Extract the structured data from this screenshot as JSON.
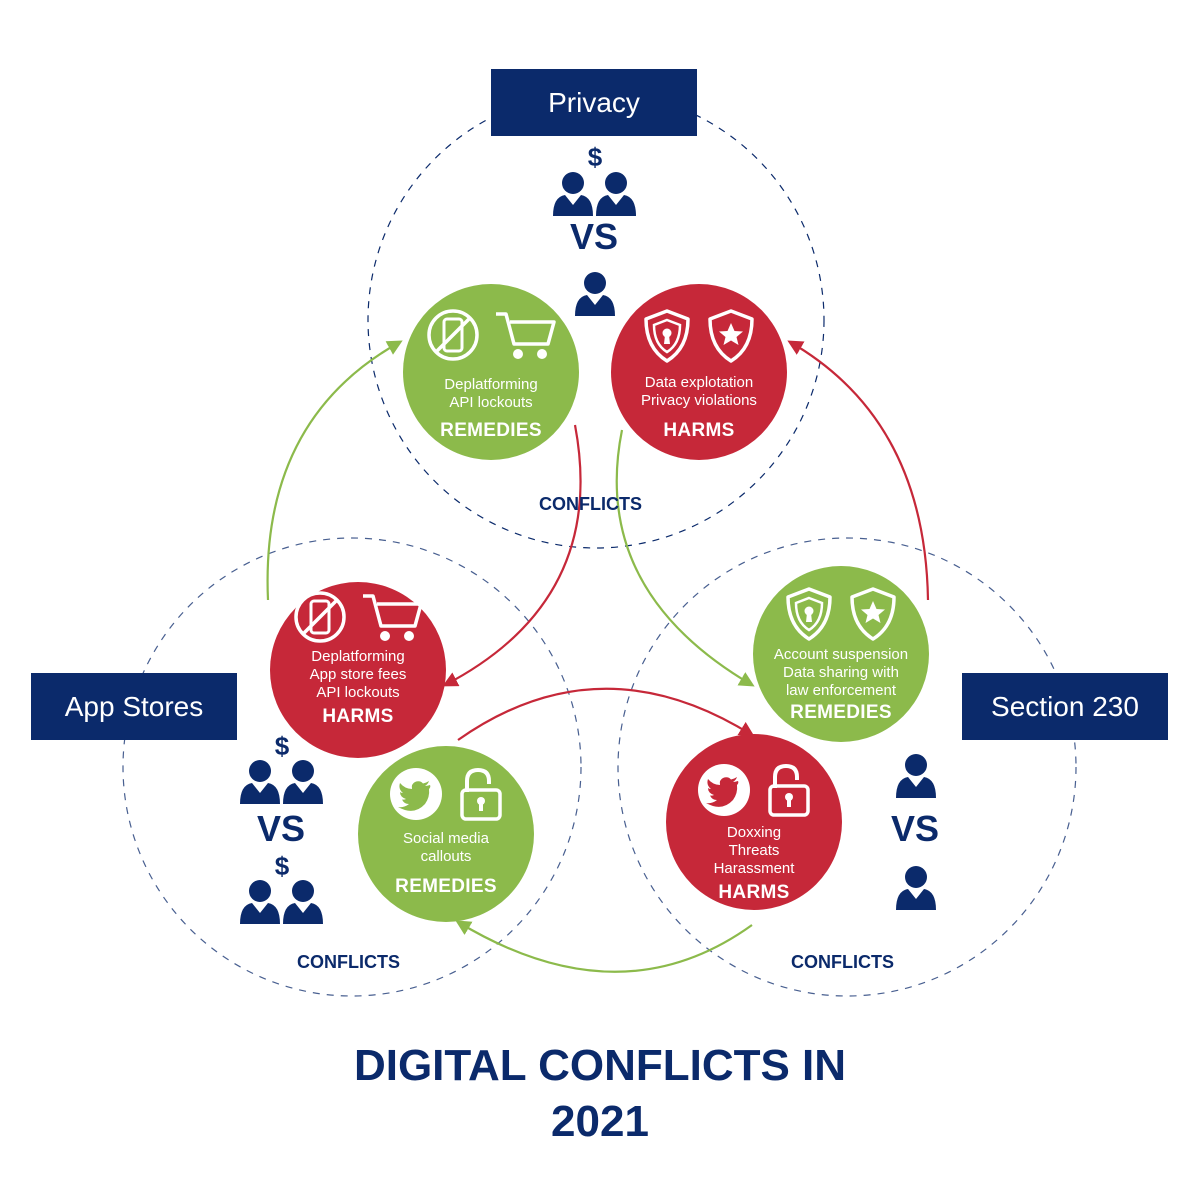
{
  "headers": {
    "privacy": "Privacy",
    "app_stores": "App Stores",
    "section230": "Section 230"
  },
  "privacy": {
    "remedies": {
      "lines": [
        "Deplatforming",
        "API lockouts"
      ],
      "label": "REMEDIES"
    },
    "harms": {
      "lines": [
        "Data explotation",
        "Privacy violations"
      ],
      "label": "HARMS"
    },
    "vs": "VS",
    "conflicts": "CONFLICTS"
  },
  "app_stores": {
    "harms": {
      "lines": [
        "Deplatforming",
        "App store fees",
        "API lockouts"
      ],
      "label": "HARMS"
    },
    "remedies": {
      "lines": [
        "Social media",
        "callouts"
      ],
      "label": "REMEDIES"
    },
    "vs": "VS",
    "conflicts": "CONFLICTS"
  },
  "section230": {
    "remedies": {
      "lines": [
        "Account suspension",
        "Data sharing with",
        "law enforcement"
      ],
      "label": "REMEDIES"
    },
    "harms": {
      "lines": [
        "Doxxing",
        "Threats",
        "Harassment"
      ],
      "label": "HARMS"
    },
    "vs": "VS",
    "conflicts": "CONFLICTS"
  },
  "title": [
    "DIGITAL CONFLICTS IN",
    "2021"
  ],
  "colors": {
    "navy": "#0b2a6b",
    "green": "#8cba4b",
    "red": "#c62839",
    "dash": "#0b2a6b"
  },
  "icons": [
    "no-phone-icon",
    "cart-icon",
    "shield-keyhole-icon",
    "badge-star-icon",
    "twitter-bird-icon",
    "padlock-open-icon",
    "person-icon",
    "dollar-icon"
  ]
}
